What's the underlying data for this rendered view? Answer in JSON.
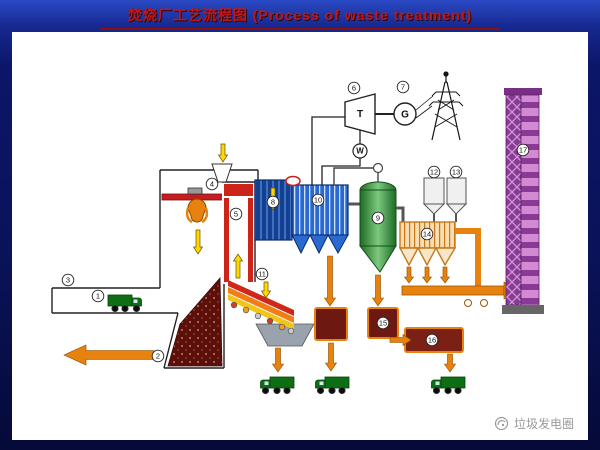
{
  "slide": {
    "title": "焚烧厂工艺流程图 (Process of waste treatment)",
    "watermark": "垃圾发电圈"
  },
  "machines": {
    "turbine": "T",
    "generator": "G",
    "condenser": "W"
  },
  "labels": [
    "1",
    "2",
    "3",
    "4",
    "5",
    "6",
    "7",
    "8",
    "9",
    "10",
    "11",
    "12",
    "13",
    "14",
    "15",
    "16",
    "17"
  ],
  "colors": {
    "flow_arrow": "#e8820e",
    "steam_flow": "#ffd800",
    "furnace_lining": "#cc2418",
    "boiler_blue": "#14418f",
    "absorber_green": "#2e8b3a",
    "stack_purple": "#8a3a94",
    "ash_brown": "#6e1812"
  }
}
